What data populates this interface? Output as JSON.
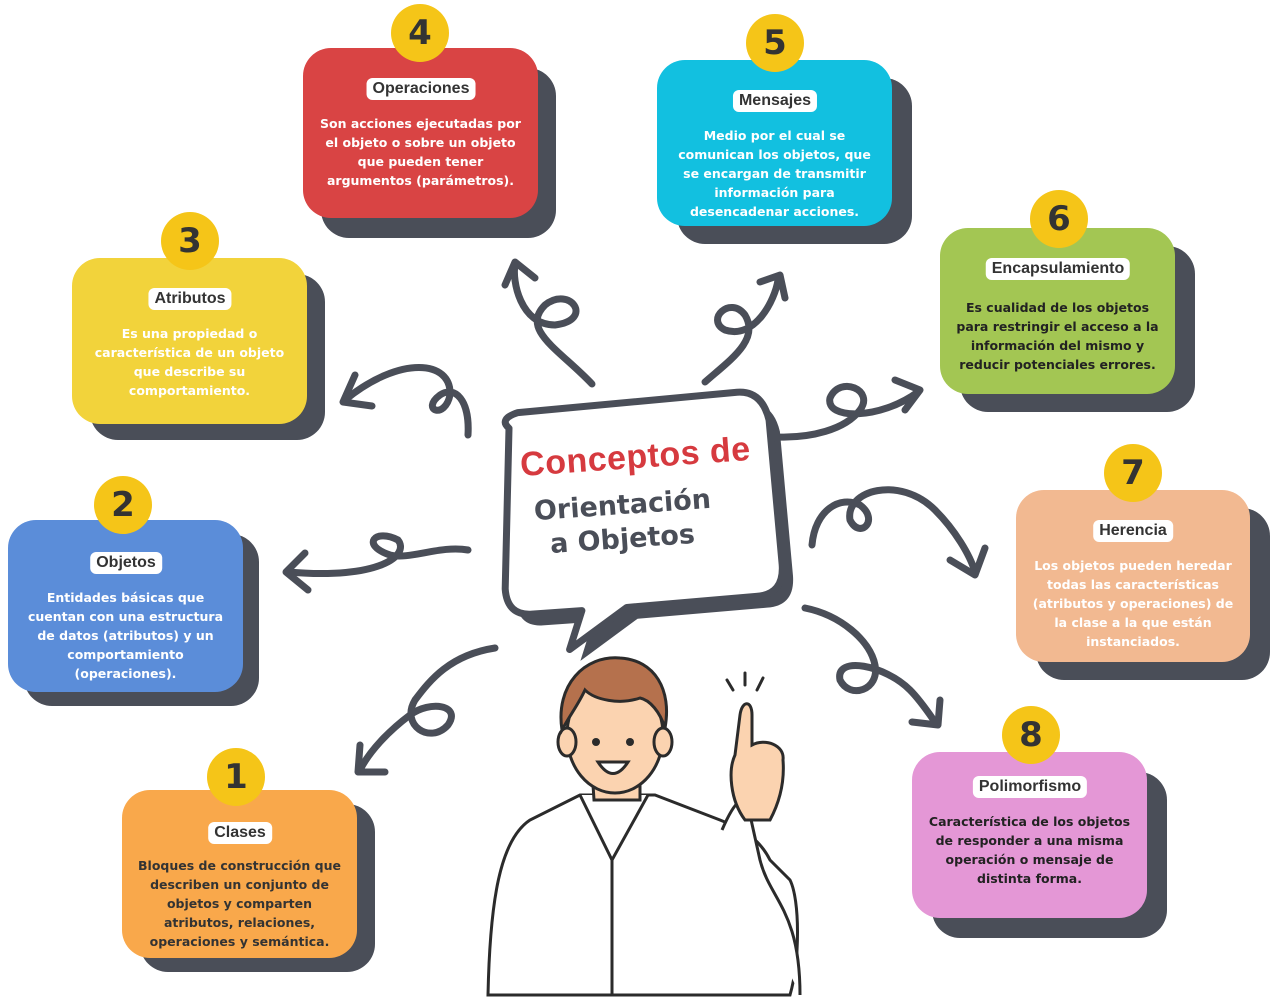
{
  "center": {
    "title_line1": "Conceptos de",
    "title_line2": "Orientación",
    "title_line3": "a Objetos"
  },
  "concepts": [
    {
      "number": "1",
      "label": "Clases",
      "description": "Bloques de construcción que describen un conjunto de objetos y comparten atributos, relaciones, operaciones y semántica.",
      "color": "#f9a84b"
    },
    {
      "number": "2",
      "label": "Objetos",
      "description": "Entidades básicas que cuentan con una estructura de datos (atributos) y un comportamiento (operaciones).",
      "color": "#5b8dd9"
    },
    {
      "number": "3",
      "label": "Atributos",
      "description": "Es una propiedad o característica de un objeto que describe su comportamiento.",
      "color": "#f2d33b"
    },
    {
      "number": "4",
      "label": "Operaciones",
      "description": "Son acciones ejecutadas por el objeto o sobre un objeto que pueden tener argumentos (parámetros).",
      "color": "#d94444"
    },
    {
      "number": "5",
      "label": "Mensajes",
      "description": "Medio por el cual se comunican los objetos, que se encargan de transmitir información para desencadenar acciones.",
      "color": "#12c0e0"
    },
    {
      "number": "6",
      "label": "Encapsulamiento",
      "description": "Es cualidad de los objetos para restringir el acceso a la información del mismo y reducir potenciales errores.",
      "color": "#a3c653"
    },
    {
      "number": "7",
      "label": "Herencia",
      "description": "Los objetos pueden heredar todas las características (atributos y operaciones) de la clase a la que están instanciados.",
      "color": "#f2b991"
    },
    {
      "number": "8",
      "label": "Polimorfismo",
      "description": "Característica de los objetos de responder a una misma operación o mensaje de distinta forma.",
      "color": "#e497d6"
    }
  ]
}
